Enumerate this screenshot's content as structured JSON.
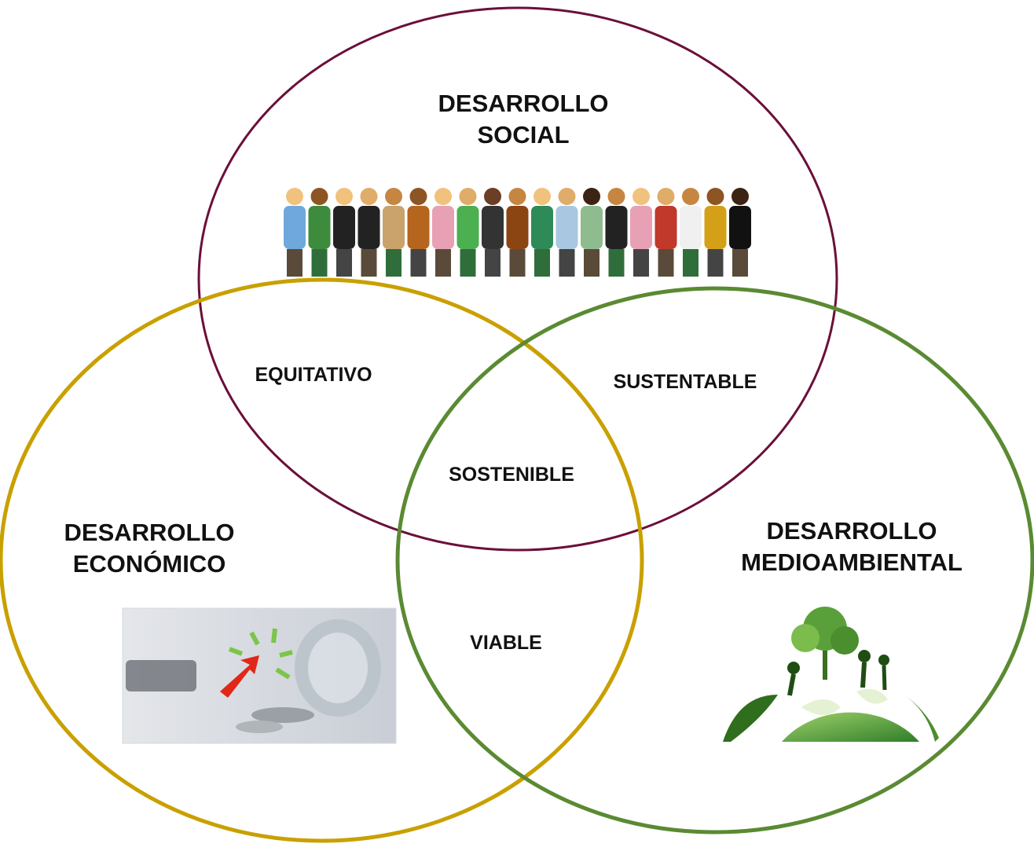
{
  "sets": {
    "social": {
      "line1": "DESARROLLO",
      "line2": "SOCIAL",
      "color": "#6b0f3a"
    },
    "economico": {
      "line1": "DESARROLLO",
      "line2": "ECONÓMICO",
      "color": "#c9a000"
    },
    "medioambiental": {
      "line1": "DESARROLLO",
      "line2": "MEDIOAMBIENTAL",
      "color": "#5a8a32"
    }
  },
  "intersections": {
    "social_economico": "EQUITATIVO",
    "social_medioambiental": "SUSTENTABLE",
    "economico_medioambiental": "VIABLE",
    "center": "SOSTENIBLE"
  },
  "images": {
    "people": "people-illustration",
    "economy": "coins-growth-photo",
    "environment": "green-globe-illustration"
  }
}
